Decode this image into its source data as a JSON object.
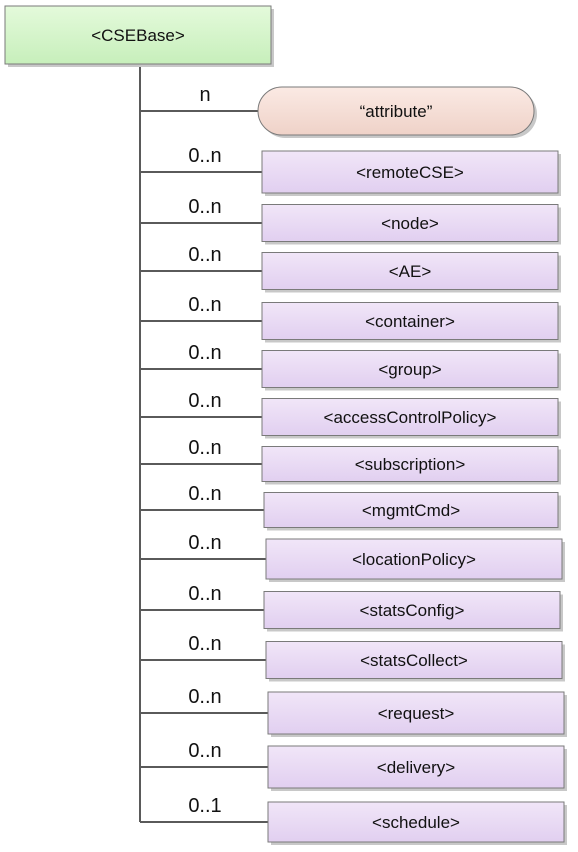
{
  "root": {
    "label": "<CSEBase>",
    "fill": "#d2f5c8",
    "stroke": "#7a7a7a"
  },
  "children": [
    {
      "label": "“attribute”",
      "multiplicity": "n",
      "shape": "rounded",
      "fill": "#f5ddd5"
    },
    {
      "label": "<remoteCSE>",
      "multiplicity": "0..n",
      "shape": "rect",
      "fill": "#e8d8f3"
    },
    {
      "label": "<node>",
      "multiplicity": "0..n",
      "shape": "rect",
      "fill": "#e8d8f3"
    },
    {
      "label": "<AE>",
      "multiplicity": "0..n",
      "shape": "rect",
      "fill": "#e8d8f3"
    },
    {
      "label": "<container>",
      "multiplicity": "0..n",
      "shape": "rect",
      "fill": "#e8d8f3"
    },
    {
      "label": "<group>",
      "multiplicity": "0..n",
      "shape": "rect",
      "fill": "#e8d8f3"
    },
    {
      "label": "<accessControlPolicy>",
      "multiplicity": "0..n",
      "shape": "rect",
      "fill": "#e8d8f3"
    },
    {
      "label": "<subscription>",
      "multiplicity": "0..n",
      "shape": "rect",
      "fill": "#e8d8f3"
    },
    {
      "label": "<mgmtCmd>",
      "multiplicity": "0..n",
      "shape": "rect",
      "fill": "#e8d8f3"
    },
    {
      "label": "<locationPolicy>",
      "multiplicity": "0..n",
      "shape": "rect",
      "fill": "#e8d8f3"
    },
    {
      "label": "<statsConfig>",
      "multiplicity": "0..n",
      "shape": "rect",
      "fill": "#e8d8f3"
    },
    {
      "label": "<statsCollect>",
      "multiplicity": "0..n",
      "shape": "rect",
      "fill": "#e8d8f3"
    },
    {
      "label": "<request>",
      "multiplicity": "0..n",
      "shape": "rect",
      "fill": "#e8d8f3"
    },
    {
      "label": "<delivery>",
      "multiplicity": "0..n",
      "shape": "rect",
      "fill": "#e8d8f3"
    },
    {
      "label": "<schedule>",
      "multiplicity": "0..1",
      "shape": "rect",
      "fill": "#e8d8f3"
    }
  ],
  "colors": {
    "line": "#5a5a5a",
    "box_stroke": "#7a7a7a",
    "shadow": "#c8c8c8"
  }
}
